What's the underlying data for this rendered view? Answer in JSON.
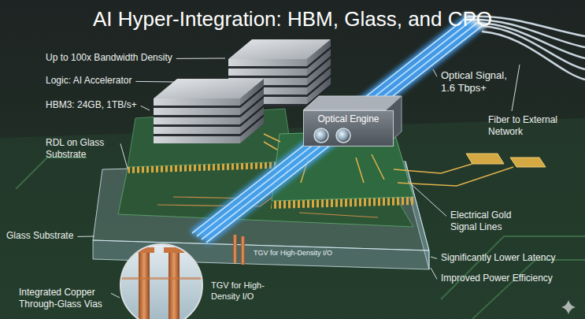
{
  "diagram": {
    "title": "AI Hyper-Integration: HBM, Glass, and CPO",
    "nodes": [
      {
        "text": [
          "Optical Engine"
        ]
      }
    ],
    "labels": [
      "Up to 100x Bandwidth Density",
      "Logic: AI Accelerator",
      "HBM3: 24GB, 1TB/s+",
      "RDL on Glass Substrate",
      "Glass Substrate",
      "Integrated Copper Through-Glass Vias",
      "TGV for High-Density I/O",
      "TGV for High-Density I/O",
      "Optical Signal, 1.6 Tbps+",
      "Fiber to External Network",
      "Electrical Gold Signal Lines",
      "Significantly Lower Latency",
      "Improved Power Efficiency"
    ]
  }
}
